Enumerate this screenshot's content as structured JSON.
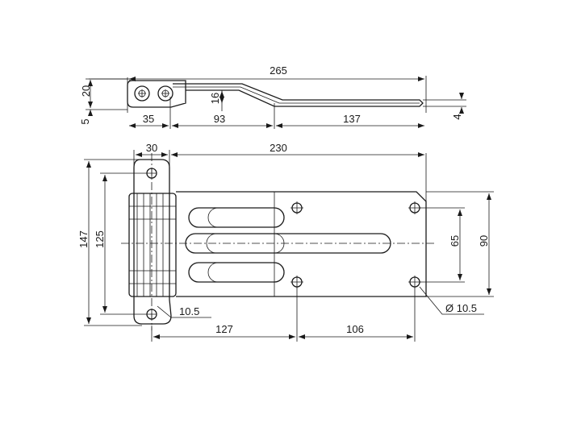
{
  "drawing": {
    "side_view": {
      "overall_length": "265",
      "height": "20",
      "offset_height": "16",
      "base_offset": "5",
      "thickness": "4",
      "seg_knuckle": "35",
      "seg_mid": "93",
      "seg_end": "137"
    },
    "top_view": {
      "leaf_width": "30",
      "strap_length": "230",
      "leaf_height": "147",
      "pin_pitch": "125",
      "leaf_hole": "10.5",
      "hole_pitch_x1": "127",
      "hole_pitch_x2": "106",
      "hole_pitch_inner": "65",
      "strap_height": "90",
      "hole_diameter": "Ø 10.5"
    }
  }
}
